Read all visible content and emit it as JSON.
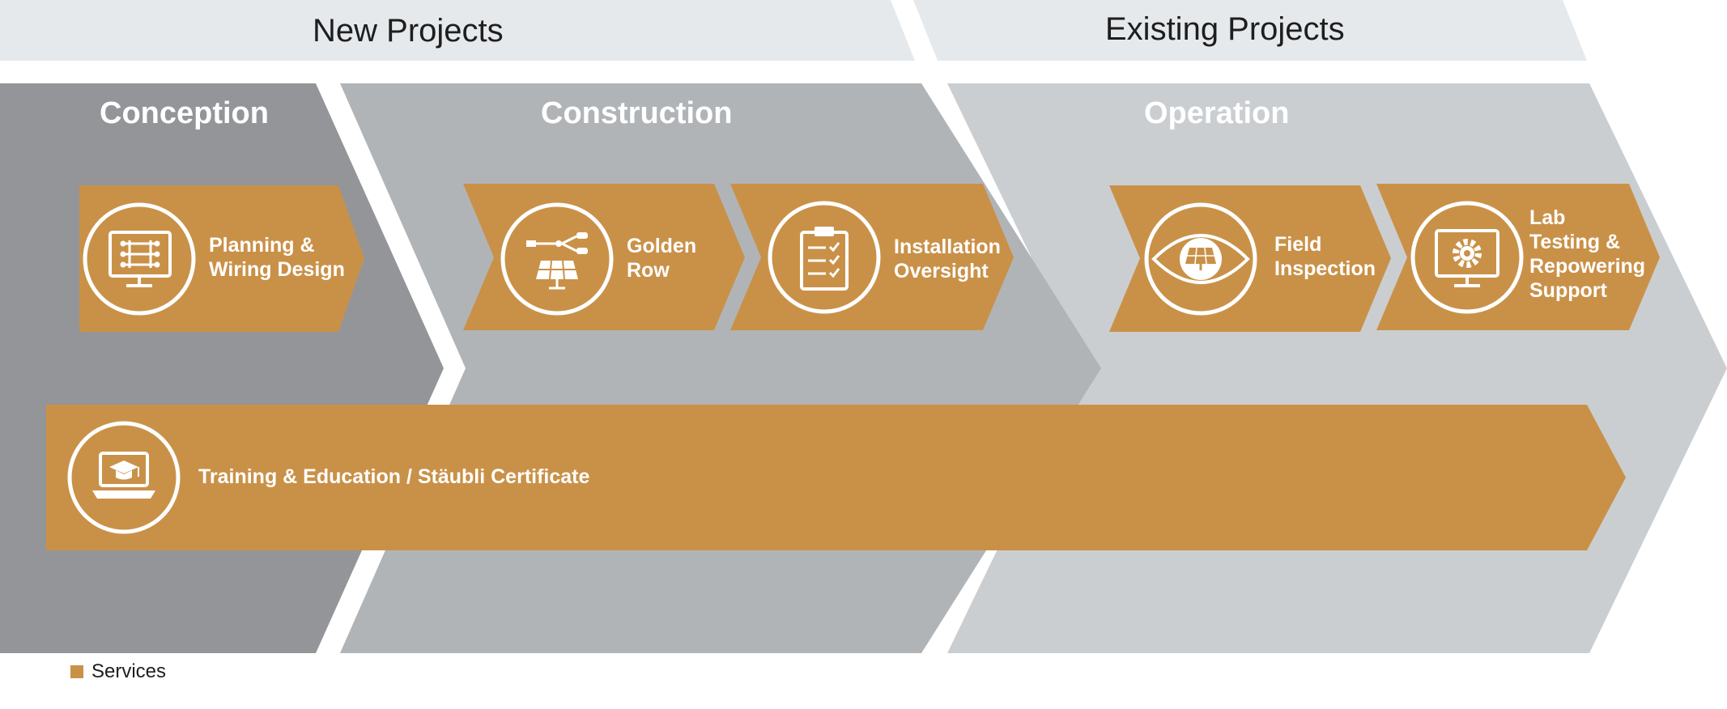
{
  "colors": {
    "band": "#e6e9ec",
    "conception": "#939598",
    "construction": "#b1b4b7",
    "operation": "#cbced1",
    "service": "#c99148",
    "icon": "#ffffff"
  },
  "projects": {
    "new": "New Projects",
    "existing": "Existing Projects"
  },
  "phases": {
    "conception": "Conception",
    "construction": "Construction",
    "operation": "Operation"
  },
  "services": {
    "planning": {
      "line1": "Planning &",
      "line2": "Wiring Design",
      "icon": "wiring-monitor-icon"
    },
    "golden": {
      "line1": "Golden",
      "line2": "Row",
      "icon": "solar-connector-icon"
    },
    "installation": {
      "line1": "Installation",
      "line2": "Oversight",
      "icon": "clipboard-checklist-icon"
    },
    "field": {
      "line1": "Field",
      "line2": "Inspection",
      "icon": "eye-solar-icon"
    },
    "lab": {
      "line1": "Lab",
      "line2": "Testing &",
      "line3": "Repowering",
      "line4": "Support",
      "icon": "monitor-gear-icon"
    },
    "training": {
      "label": "Training & Education / Stäubli Certificate",
      "icon": "laptop-graduation-icon"
    }
  },
  "legend": {
    "label": "Services"
  }
}
